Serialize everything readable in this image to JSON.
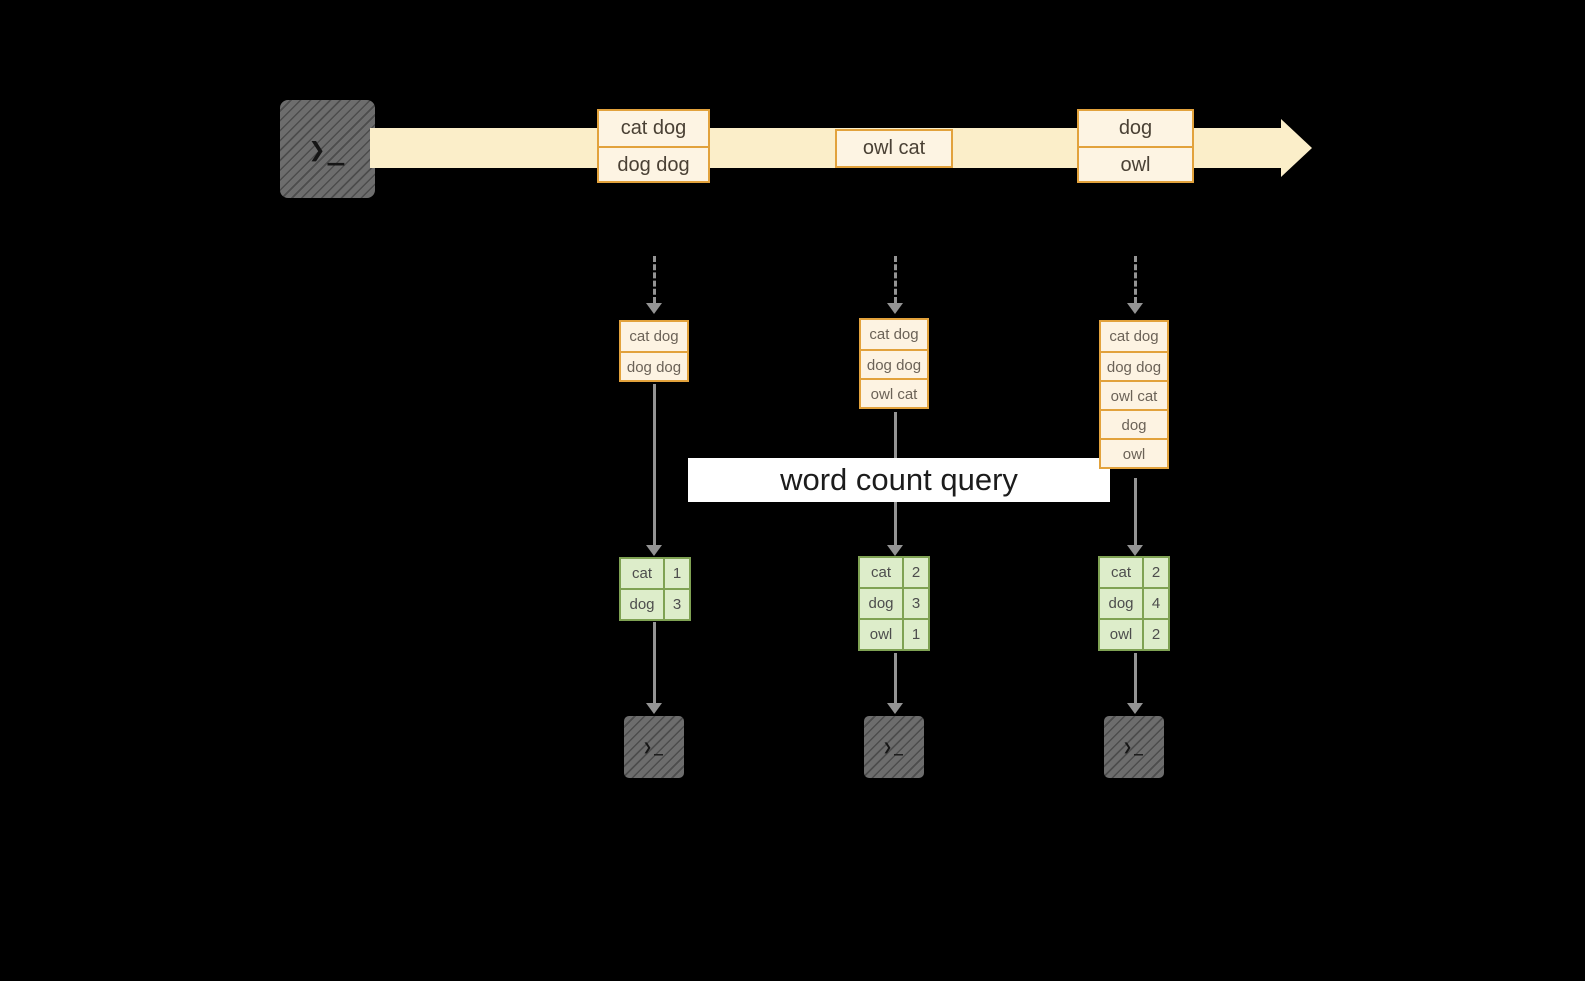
{
  "banner": {
    "label": "word count query"
  },
  "icons": {
    "terminal_glyph": "❯_"
  },
  "stream": {
    "events": [
      {
        "rows": [
          "cat dog",
          "dog dog"
        ]
      },
      {
        "rows": [
          "owl cat"
        ]
      },
      {
        "rows": [
          "dog",
          "owl"
        ]
      }
    ]
  },
  "columns": [
    {
      "inputs": [
        "cat dog",
        "dog dog"
      ],
      "counts": [
        {
          "word": "cat",
          "count": "1"
        },
        {
          "word": "dog",
          "count": "3"
        }
      ]
    },
    {
      "inputs": [
        "cat dog",
        "dog dog",
        "owl cat"
      ],
      "counts": [
        {
          "word": "cat",
          "count": "2"
        },
        {
          "word": "dog",
          "count": "3"
        },
        {
          "word": "owl",
          "count": "1"
        }
      ]
    },
    {
      "inputs": [
        "cat dog",
        "dog dog",
        "owl cat",
        "dog",
        "owl"
      ],
      "counts": [
        {
          "word": "cat",
          "count": "2"
        },
        {
          "word": "dog",
          "count": "4"
        },
        {
          "word": "owl",
          "count": "2"
        }
      ]
    }
  ],
  "colors": {
    "background": "#000000",
    "stream_fill": "#fbeec9",
    "event_border": "#e2a23c",
    "event_fill": "#fdf4e3",
    "table_border": "#7fa253",
    "table_fill": "#ddedca",
    "arrow": "#949494",
    "terminal_fill": "#6d6d6d",
    "banner_bg": "#ffffff"
  }
}
